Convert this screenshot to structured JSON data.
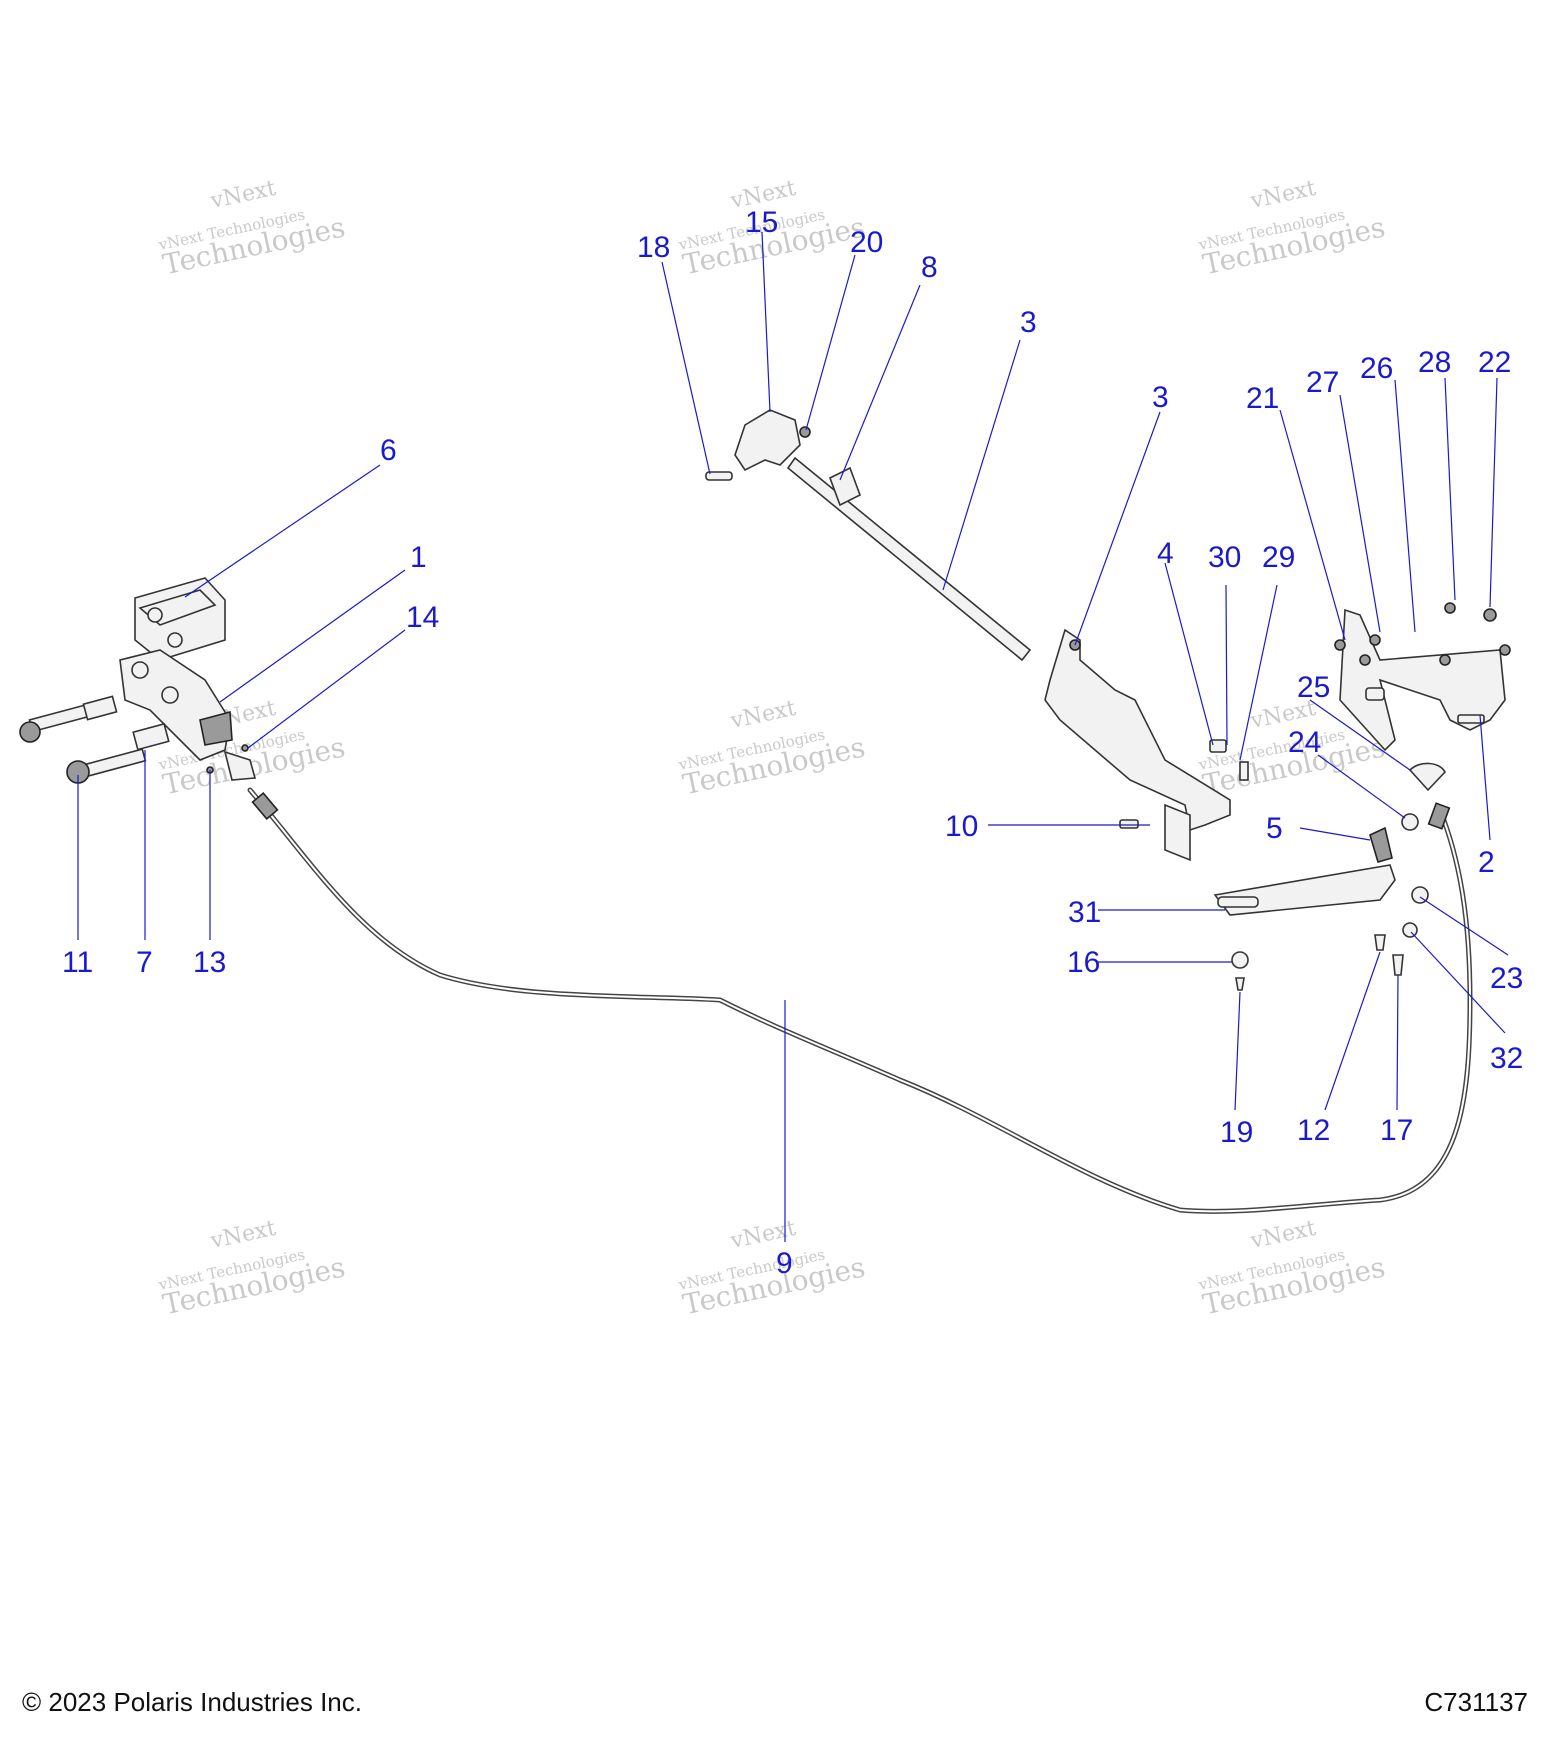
{
  "footer": {
    "copyright": "© 2023 Polaris Industries Inc.",
    "figure_id": "C731137"
  },
  "watermark": {
    "line1": "vNext Technologies",
    "line2": "vNext",
    "line3": "Technologies"
  },
  "callouts": [
    "1",
    "2",
    "3",
    "3",
    "4",
    "5",
    "6",
    "7",
    "8",
    "9",
    "10",
    "11",
    "12",
    "13",
    "14",
    "15",
    "16",
    "17",
    "18",
    "19",
    "20",
    "21",
    "22",
    "23",
    "24",
    "25",
    "26",
    "27",
    "28",
    "29",
    "30",
    "31",
    "32"
  ],
  "colors": {
    "callout": "#1a1acc",
    "line": "#333333",
    "watermark": "#c4c4c4"
  }
}
